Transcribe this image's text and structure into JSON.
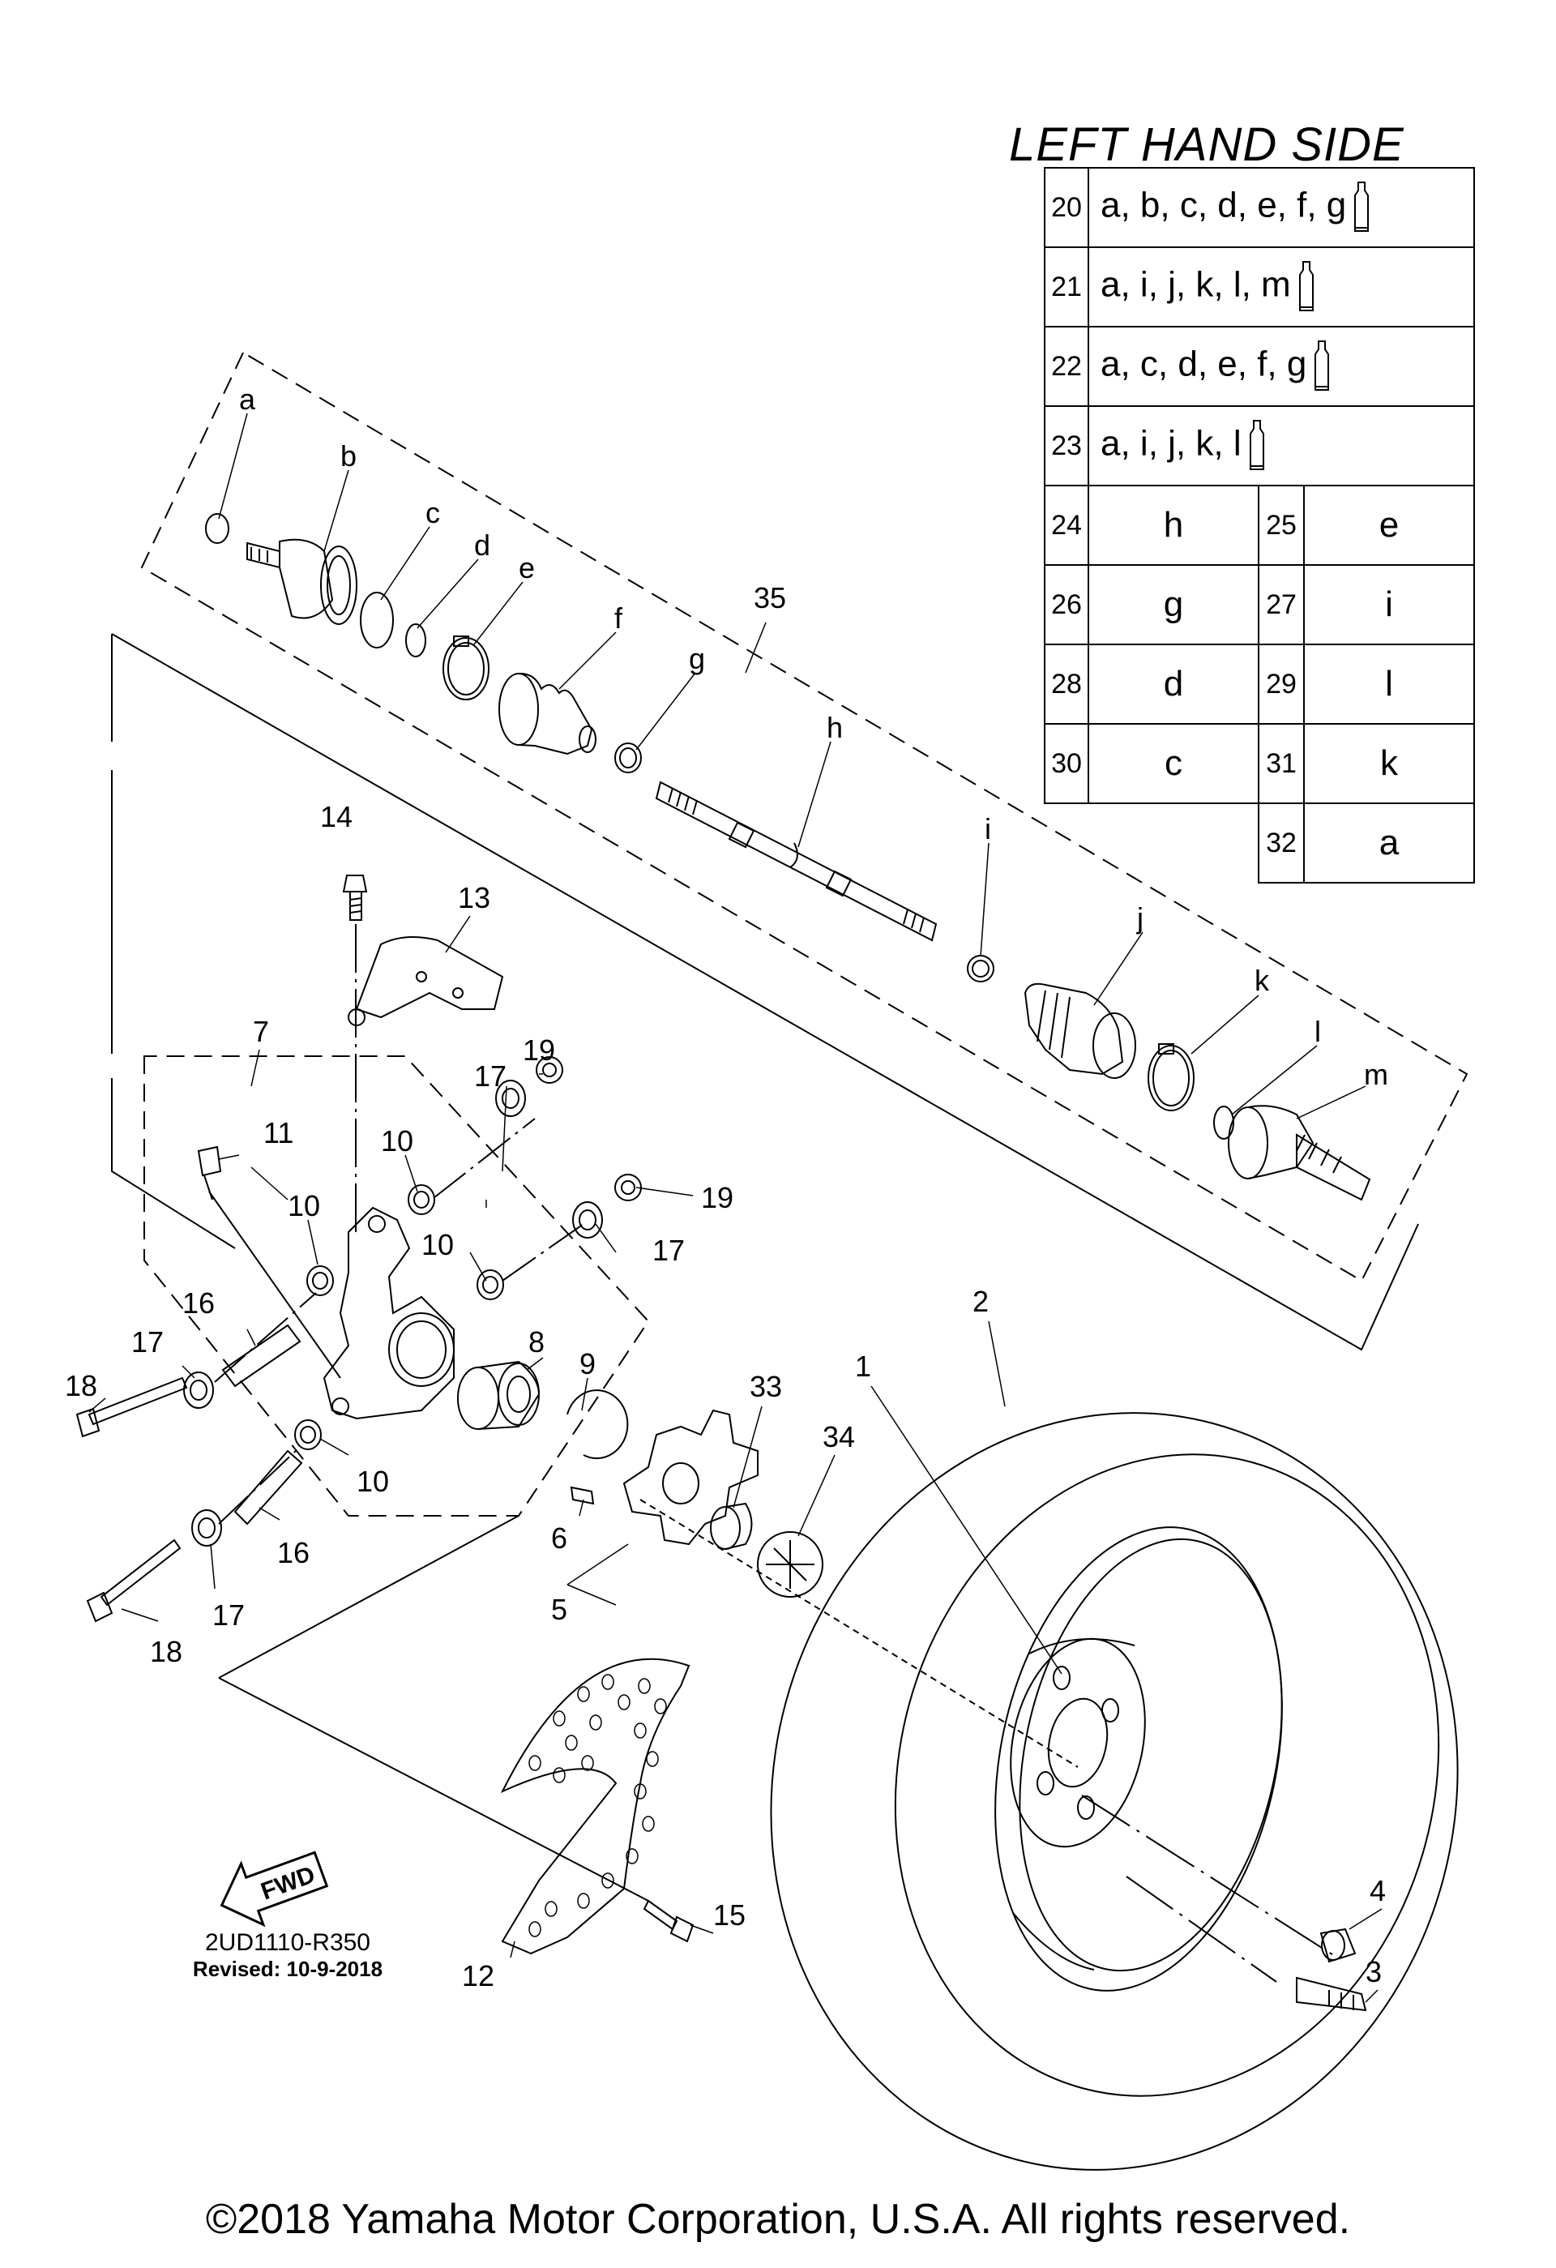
{
  "title": "LEFT HAND SIDE",
  "legend": {
    "rows": [
      {
        "num": "20",
        "parts": "a, b, c, d, e, f, g",
        "tube": true
      },
      {
        "num": "21",
        "parts": "a, i, j, k, l, m",
        "tube": true
      },
      {
        "num": "22",
        "parts": "a, c, d, e, f, g",
        "tube": true
      },
      {
        "num": "23",
        "parts": "a, i, j, k, l",
        "tube": true
      }
    ],
    "pairs": [
      [
        {
          "num": "24",
          "part": "h"
        },
        {
          "num": "25",
          "part": "e"
        }
      ],
      [
        {
          "num": "26",
          "part": "g"
        },
        {
          "num": "27",
          "part": "i"
        }
      ],
      [
        {
          "num": "28",
          "part": "d"
        },
        {
          "num": "29",
          "part": "l"
        }
      ],
      [
        {
          "num": "30",
          "part": "c"
        },
        {
          "num": "31",
          "part": "k"
        }
      ]
    ],
    "last": {
      "num": "32",
      "part": "a"
    }
  },
  "callouts": {
    "n1": "1",
    "n2": "2",
    "n3": "3",
    "n4": "4",
    "n5": "5",
    "n6": "6",
    "n7": "7",
    "n8": "8",
    "n9": "9",
    "n10": "10",
    "n11": "11",
    "n12": "12",
    "n13": "13",
    "n14": "14",
    "n15": "15",
    "n16": "16",
    "n17": "17",
    "n18": "18",
    "n19": "19",
    "n33": "33",
    "n34": "34",
    "n35": "35",
    "a": "a",
    "b": "b",
    "c": "c",
    "d": "d",
    "e": "e",
    "f": "f",
    "g": "g",
    "h": "h",
    "i": "i",
    "j": "j",
    "k": "k",
    "l": "l",
    "m": "m"
  },
  "fwd_label": "FWD",
  "diagram_code": "2UD1110-R350",
  "revised": "Revised: 10-9-2018",
  "copyright": "©2018 Yamaha Motor Corporation, U.S.A. All rights reserved."
}
